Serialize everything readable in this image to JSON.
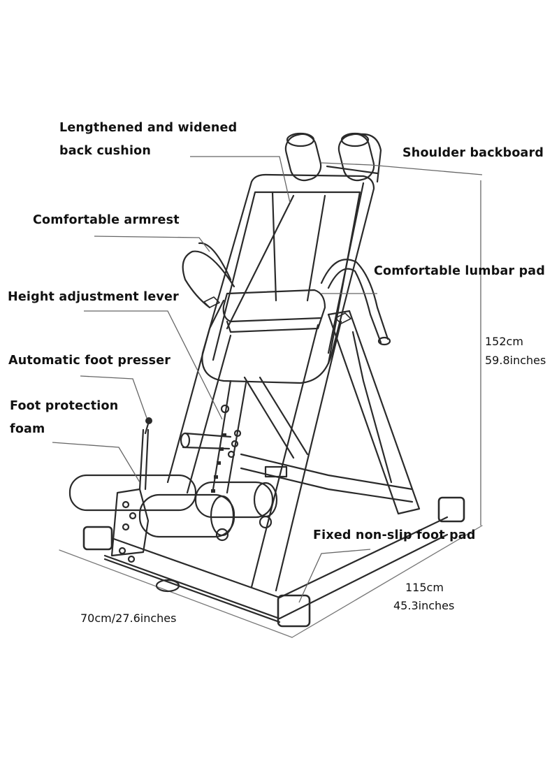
{
  "labels": {
    "back_cushion_line1": "Lengthened and widened",
    "back_cushion_line2": "back cushion",
    "shoulder_backboard": "Shoulder backboard",
    "armrest": "Comfortable armrest",
    "lumbar_pad": "Comfortable lumbar pad",
    "height_lever": "Height adjustment lever",
    "foot_presser": "Automatic foot presser",
    "foot_foam_line1": "Foot protection",
    "foot_foam_line2": "foam",
    "foot_pad": "Fixed non-slip foot pad"
  },
  "dimensions": {
    "height_cm": "152cm",
    "height_in": "59.8inches",
    "length_cm": "115cm",
    "length_in": "45.3inches",
    "width": "70cm/27.6inches"
  },
  "colors": {
    "ink": "#111111",
    "sketch": "#2a2a2a",
    "leader": "#666666",
    "background": "#ffffff"
  }
}
